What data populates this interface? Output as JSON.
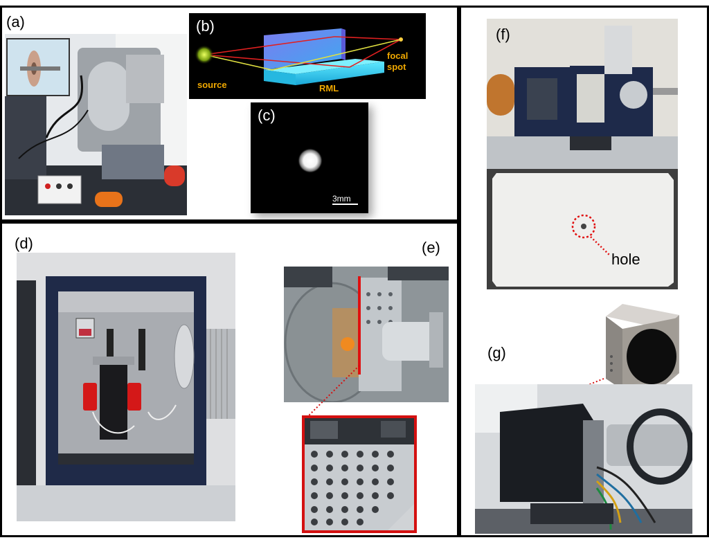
{
  "panels": {
    "a": {
      "label": "(a)"
    },
    "b": {
      "label": "(b)",
      "source": "source",
      "rml": "RML",
      "focal": "focal",
      "spot": "spot"
    },
    "c": {
      "label": "(c)",
      "scalebar": "3mm"
    },
    "d": {
      "label": "(d)"
    },
    "e": {
      "label": "(e)"
    },
    "f": {
      "label": "(f)",
      "hole": "hole"
    },
    "g": {
      "label": "(g)"
    }
  },
  "colors": {
    "frame": "#000000",
    "red_marker": "#e01010",
    "orange_text": "#f0a800",
    "navy_metal": "#1e2a4a",
    "aluminum": "#c8cacc"
  }
}
